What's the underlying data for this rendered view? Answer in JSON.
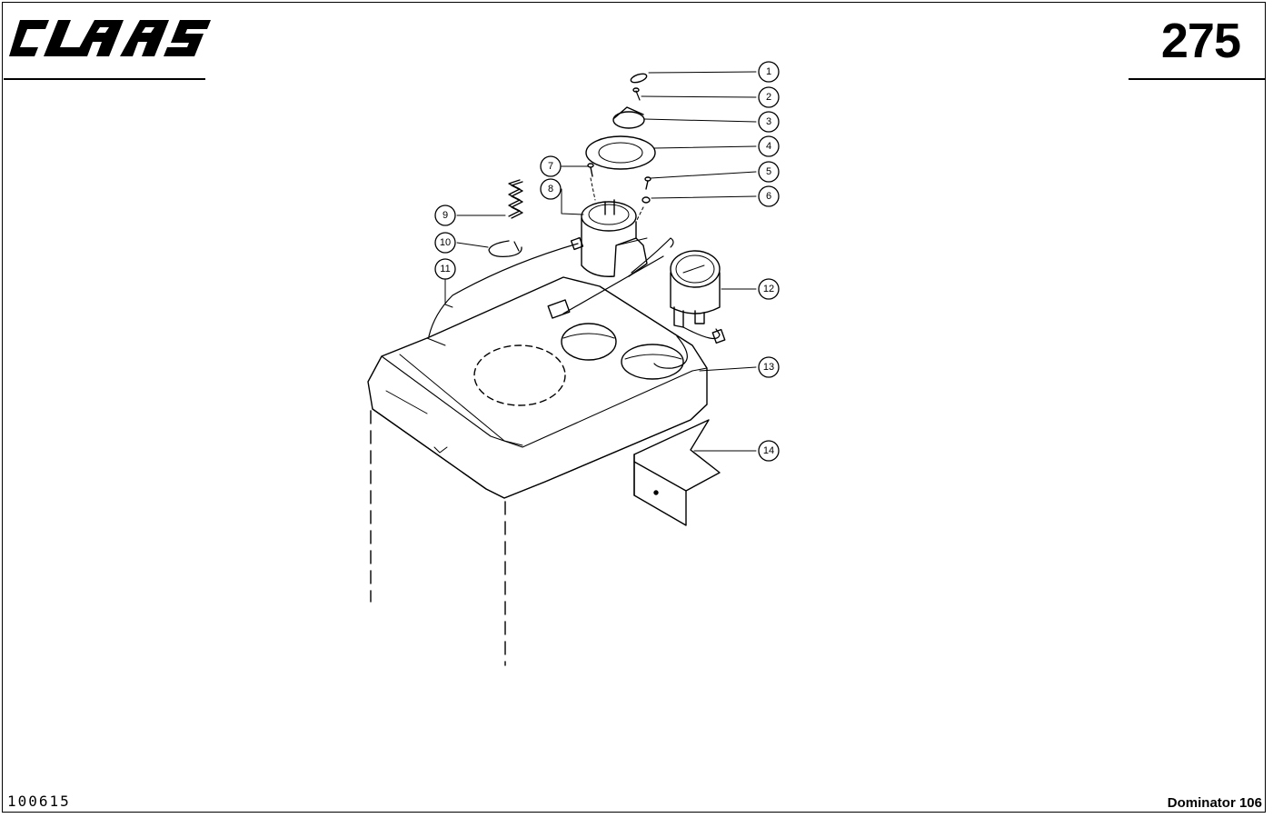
{
  "header": {
    "brand_logo": "CLAAS",
    "page_number": "275"
  },
  "footer": {
    "doc_code": "100615",
    "model": "Dominator 106"
  },
  "callouts": [
    {
      "number": "1"
    },
    {
      "number": "2"
    },
    {
      "number": "3"
    },
    {
      "number": "4"
    },
    {
      "number": "5"
    },
    {
      "number": "6"
    },
    {
      "number": "7"
    },
    {
      "number": "8"
    },
    {
      "number": "9"
    },
    {
      "number": "10"
    },
    {
      "number": "11"
    },
    {
      "number": "12"
    },
    {
      "number": "13"
    },
    {
      "number": "14"
    }
  ]
}
